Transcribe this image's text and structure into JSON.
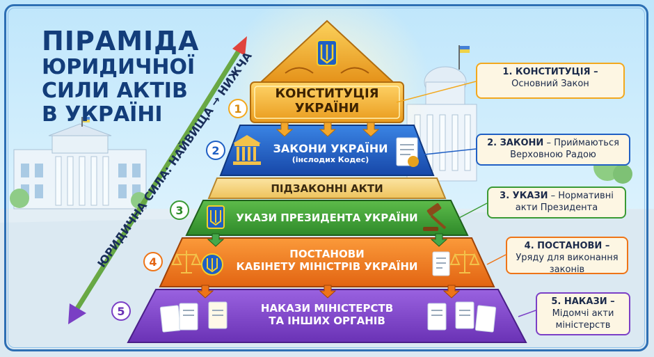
{
  "title": {
    "line1": "ПІРАМІДА",
    "line2": "ЮРИДИЧНОЇ",
    "line3": "СИЛИ АКТІВ",
    "line4": "В УКРАЇНІ"
  },
  "axis_label": "ЮРИДИЧНА СИЛА: НАЙВИЩА → НИЖЧА",
  "tiers": [
    {
      "number": "1",
      "line1": "КОНСТИТУЦІЯ",
      "line2": "УКРАЇНИ",
      "color": "#f2a81d"
    },
    {
      "number": "2",
      "line1": "ЗАКОНИ УКРАЇНИ",
      "line2": "(інслодих Кодес)",
      "color": "#1f5fc4"
    },
    {
      "band": "ПІДЗАКОННІ АКТИ",
      "color": "#f6cf6f"
    },
    {
      "number": "3",
      "line1": "УКАЗИ ПРЕЗИДЕНТА УКРАЇНИ",
      "color": "#3a9a34"
    },
    {
      "number": "4",
      "line1": "ПОСТАНОВИ",
      "line2": "КАБІНЕТУ МІНІСТРІВ УКРАЇНИ",
      "color": "#ee7417"
    },
    {
      "number": "5",
      "line1": "НАКАЗИ МІНІСТЕРСТВ",
      "line2": "ТА ІНШИХ ОРГАНІВ",
      "color": "#7b3fc6"
    }
  ],
  "callouts": [
    {
      "bold": "1. КОНСТИТУЦІЯ –",
      "rest": "Основний Закон",
      "color": "#f2a81d"
    },
    {
      "bold": "2. ЗАКОНИ",
      "rest": " – Приймаються Верховною Радою",
      "color": "#1f5fc4"
    },
    {
      "bold": "3. УКАЗИ",
      "rest": " – Нормативні акти Президента",
      "color": "#3a9a34"
    },
    {
      "bold": "4. ПОСТАНОВИ –",
      "rest": "Уряду для виконання законів",
      "color": "#ee7417"
    },
    {
      "bold": "5. НАКАЗИ –",
      "rest": "Мідомчі акти міністерств",
      "color": "#7b3fc6"
    }
  ],
  "icons": {
    "trident": "trident-icon",
    "building": "parliament-icon",
    "gavel": "gavel-icon",
    "scales": "scales-icon",
    "document": "document-icon"
  }
}
